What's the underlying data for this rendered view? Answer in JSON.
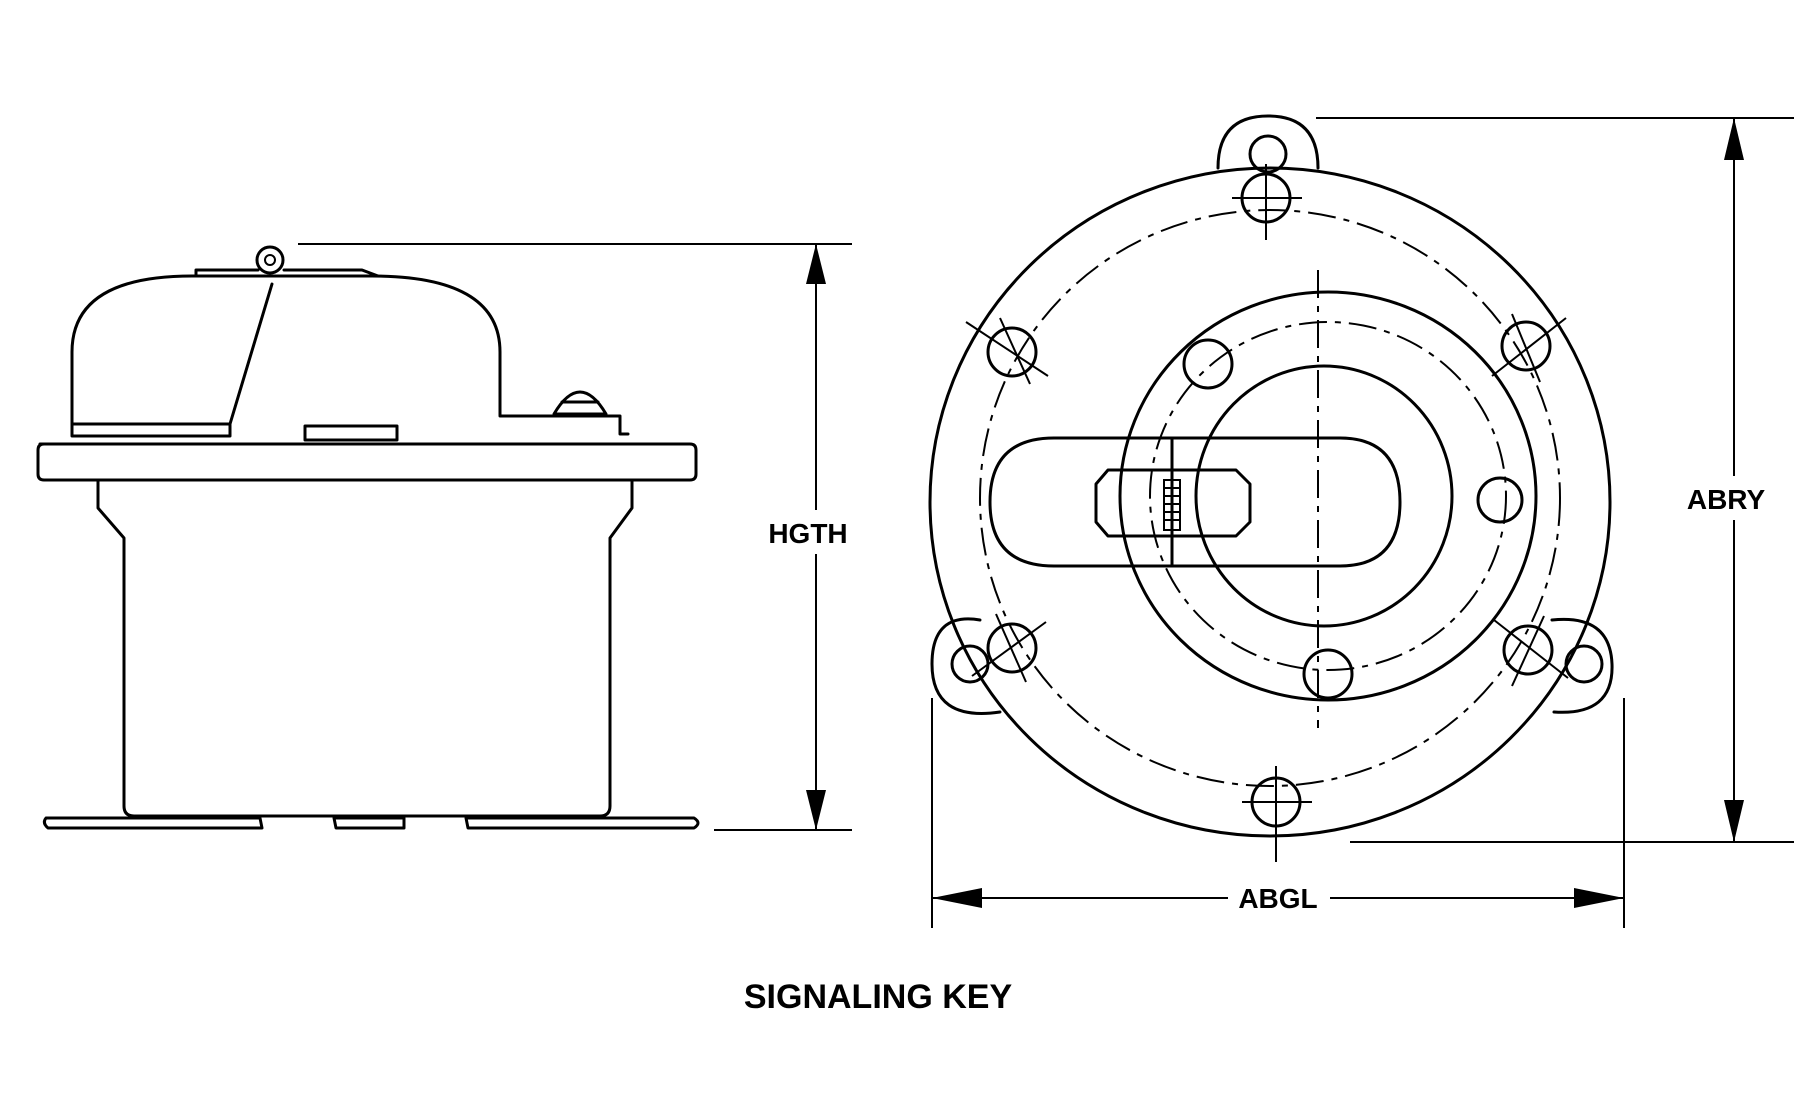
{
  "caption": "SIGNALING KEY",
  "dimensions": {
    "height_label": "HGTH",
    "right_height_label": "ABRY",
    "width_label": "ABGL"
  }
}
